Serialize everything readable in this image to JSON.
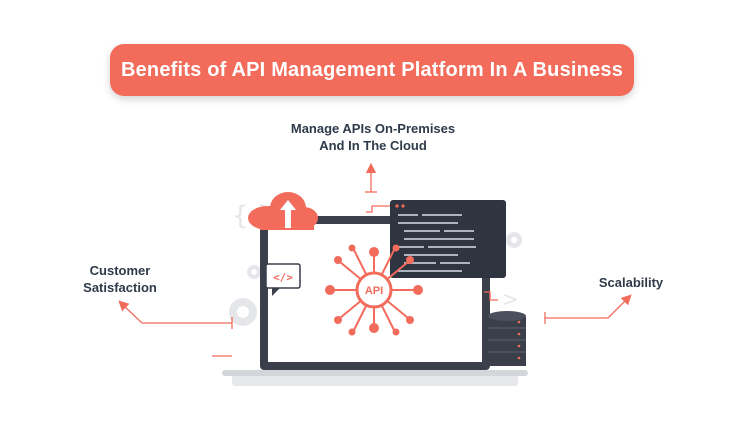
{
  "title": "Benefits of API Management Platform In A Business",
  "benefits": {
    "top": [
      "Manage APIs On-Premises",
      "And In The Cloud"
    ],
    "left": [
      "Customer",
      "Satisfaction"
    ],
    "right": "Scalability"
  },
  "hub": {
    "label": "API"
  },
  "code_tag": "</>",
  "colors": {
    "accent": "#f26b5b",
    "dark": "#3a3f4b",
    "panel": "#2e3440",
    "gray": "#e6e8eb",
    "text": "#2f3a4a"
  },
  "icons": [
    "cloud-upload-icon",
    "code-bracket-icon",
    "gear-icon",
    "database-icon",
    "curly-braces-icon",
    "chevron-icon",
    "laptop-icon",
    "code-editor-icon"
  ]
}
